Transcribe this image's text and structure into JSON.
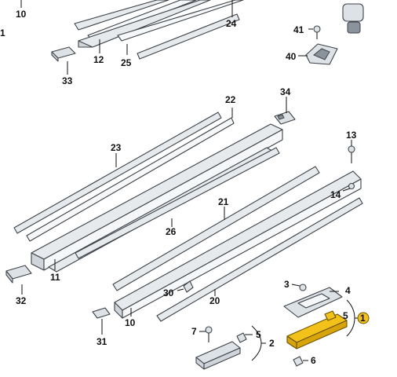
{
  "callouts": {
    "c10a": "10",
    "c1a": "1",
    "c24": "24",
    "c41": "41",
    "c40": "40",
    "c12": "12",
    "c25": "25",
    "c33": "33",
    "c22": "22",
    "c34": "34",
    "c23": "23",
    "c13": "13",
    "c14": "14",
    "c21": "21",
    "c26": "26",
    "c11": "11",
    "c32": "32",
    "c3": "3",
    "c4": "4",
    "c30": "30",
    "c20": "20",
    "c5a": "5",
    "c1b": "1",
    "c10b": "10",
    "c7": "7",
    "c5b": "5",
    "c2": "2",
    "c31": "31",
    "c6": "6"
  },
  "colors": {
    "highlight": "#f2c21a",
    "part_fill": "#e6eaed",
    "outline": "#3c4248"
  }
}
